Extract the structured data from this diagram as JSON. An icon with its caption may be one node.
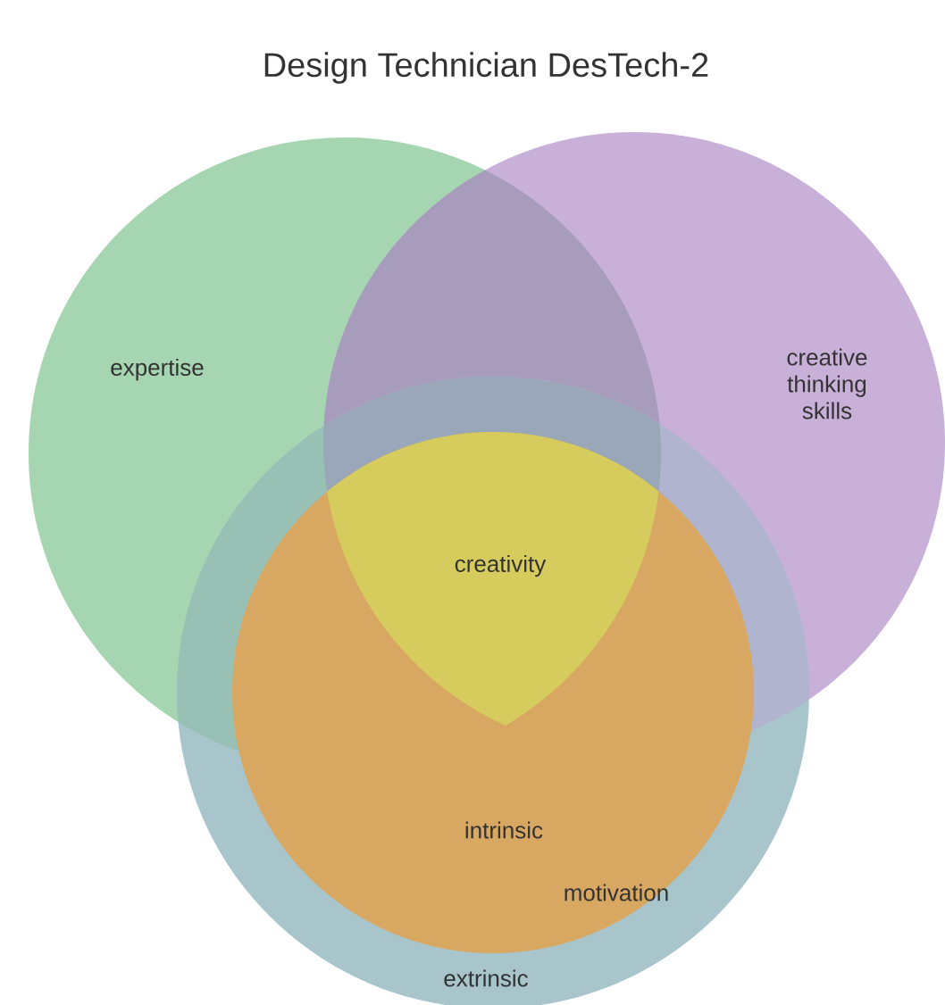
{
  "diagram": {
    "title": "Design Technician DesTech-2",
    "nodes": [
      {
        "text": [
          "expertise"
        ]
      },
      {
        "text": [
          "creative thinking skills"
        ]
      },
      {
        "text": [
          "extrinsic"
        ]
      },
      {
        "text": [
          "intrinsic"
        ],
        "in": 2
      },
      {
        "text": [
          "creativity"
        ]
      }
    ],
    "labels": [
      "motivation"
    ]
  }
}
